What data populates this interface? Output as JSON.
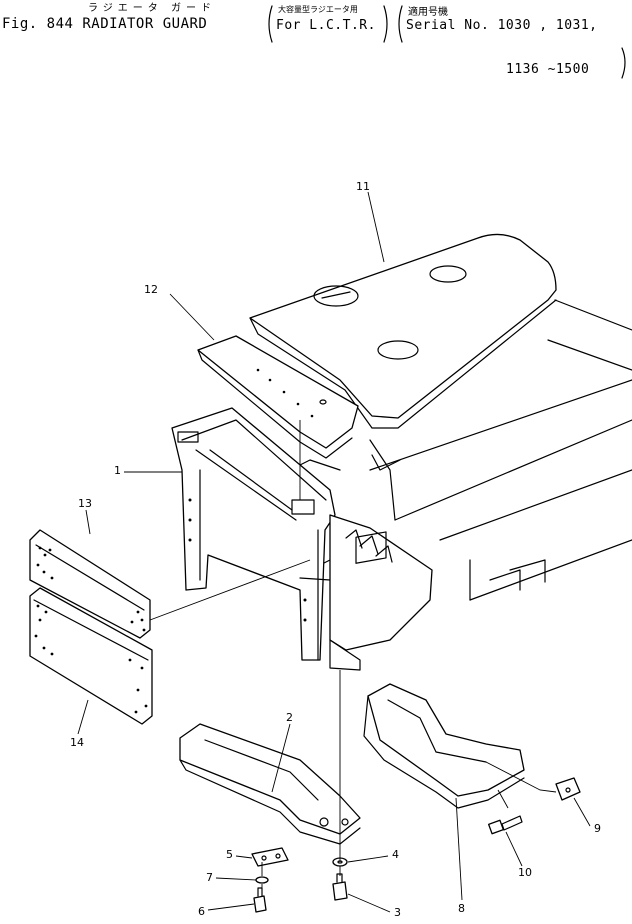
{
  "header": {
    "figure_label": "Fig. 844 RADIATOR GUARD",
    "jp_title": "ラジエータ ガード",
    "applies_jp": "大容量型ラジエータ用",
    "applies_en": "For L.C.T.R.",
    "serial_jp": "適用号機",
    "serial_line1": "Serial No. 1030 , 1031,",
    "serial_line2": "1136 ~1500"
  },
  "callouts": [
    {
      "id": "c1",
      "text": "1"
    },
    {
      "id": "c2",
      "text": "2"
    },
    {
      "id": "c3",
      "text": "3"
    },
    {
      "id": "c4",
      "text": "4"
    },
    {
      "id": "c5",
      "text": "5"
    },
    {
      "id": "c6",
      "text": "6"
    },
    {
      "id": "c7",
      "text": "7"
    },
    {
      "id": "c8",
      "text": "8"
    },
    {
      "id": "c9",
      "text": "9"
    },
    {
      "id": "c10",
      "text": "10"
    },
    {
      "id": "c11",
      "text": "11"
    },
    {
      "id": "c12",
      "text": "12"
    },
    {
      "id": "c13",
      "text": "13"
    },
    {
      "id": "c14",
      "text": "14"
    }
  ]
}
